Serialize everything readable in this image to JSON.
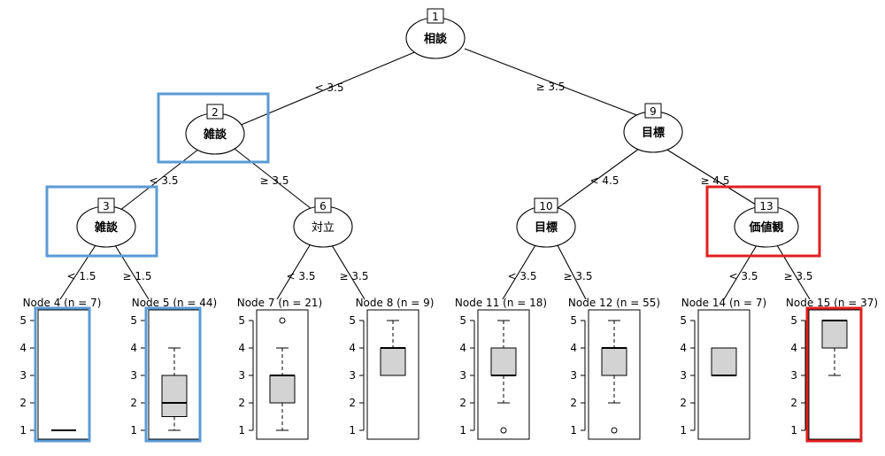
{
  "highlight_colors": {
    "blue": "#5a9bd5",
    "red": "#e02020"
  },
  "inner_nodes": [
    {
      "id": "1",
      "label": "相談",
      "bold": true
    },
    {
      "id": "2",
      "label": "雑談",
      "bold": true
    },
    {
      "id": "3",
      "label": "雑談",
      "bold": true
    },
    {
      "id": "6",
      "label": "対立",
      "bold": false
    },
    {
      "id": "9",
      "label": "目標",
      "bold": true
    },
    {
      "id": "10",
      "label": "目標",
      "bold": true
    },
    {
      "id": "13",
      "label": "価値観",
      "bold": true
    }
  ],
  "edge_labels": {
    "e1l": "< 3.5",
    "e1r": "≥ 3.5",
    "e2l": "< 3.5",
    "e2r": "≥ 3.5",
    "e3l": "< 1.5",
    "e3r": "≥ 1.5",
    "e6l": "< 3.5",
    "e6r": "≥ 3.5",
    "e9l": "< 4.5",
    "e9r": "≥ 4.5",
    "e10l": "< 3.5",
    "e10r": "≥ 3.5",
    "e13l": "< 3.5",
    "e13r": "≥ 3.5"
  },
  "y_ticks": [
    "1",
    "2",
    "3",
    "4",
    "5"
  ],
  "chart_data": {
    "type": "boxplot",
    "ylim": [
      1,
      5
    ],
    "nodes": [
      {
        "title": "Node 4 (n = 7)",
        "min": 1,
        "q1": 1,
        "median": 1,
        "q3": 1,
        "max": 1,
        "outliers": []
      },
      {
        "title": "Node 5 (n = 44)",
        "min": 1,
        "q1": 1.5,
        "median": 2,
        "q3": 3,
        "max": 4,
        "outliers": []
      },
      {
        "title": "Node 7 (n = 21)",
        "min": 1,
        "q1": 2,
        "median": 3,
        "q3": 3,
        "max": 4,
        "outliers": [
          5
        ]
      },
      {
        "title": "Node 8 (n = 9)",
        "min": 3,
        "q1": 3,
        "median": 4,
        "q3": 4,
        "max": 5,
        "outliers": []
      },
      {
        "title": "Node 11 (n = 18)",
        "min": 2,
        "q1": 3,
        "median": 3,
        "q3": 4,
        "max": 5,
        "outliers": [
          1
        ]
      },
      {
        "title": "Node 12 (n = 55)",
        "min": 2,
        "q1": 3,
        "median": 4,
        "q3": 4,
        "max": 5,
        "outliers": [
          1
        ]
      },
      {
        "title": "Node 14 (n = 7)",
        "min": 3,
        "q1": 3,
        "median": 3,
        "q3": 4,
        "max": 4,
        "outliers": []
      },
      {
        "title": "Node 15 (n = 37)",
        "min": 3,
        "q1": 4,
        "median": 5,
        "q3": 5,
        "max": 5,
        "outliers": []
      }
    ]
  }
}
